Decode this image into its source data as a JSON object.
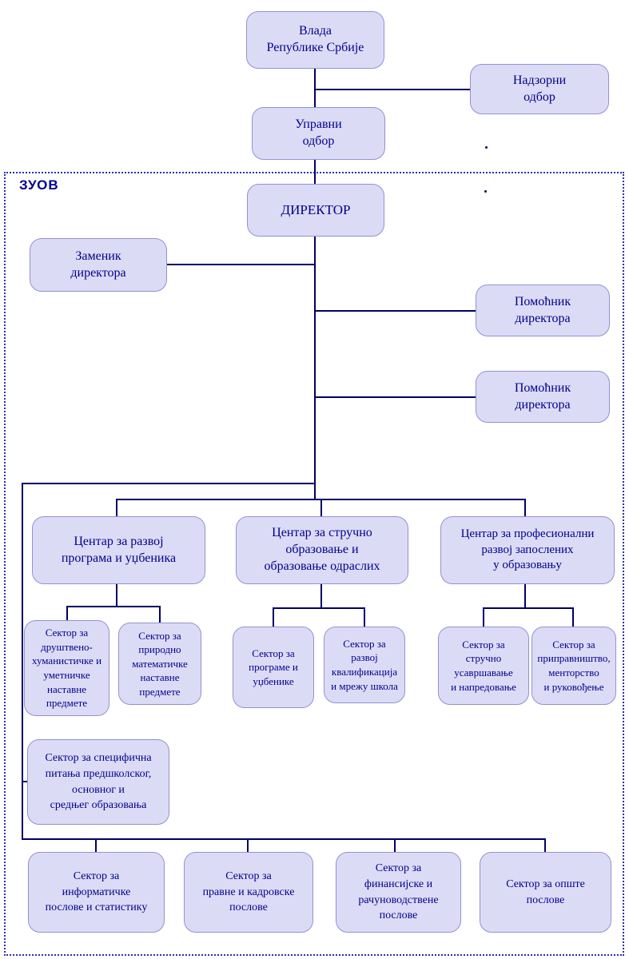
{
  "colors": {
    "box_fill": "#dcdbf6",
    "box_border": "#9191d4",
    "text": "#00008b",
    "line": "#000066",
    "frame": "#2d2db4"
  },
  "diagram": {
    "frame_label": "ЗУОВ",
    "nodes": {
      "vlada": {
        "label": "Влада\nРепублике Србије"
      },
      "nadzorni": {
        "label": "Надзорни\nодбор"
      },
      "upravni": {
        "label": "Управни\nодбор"
      },
      "direktor": {
        "label": "ДИРЕКТОР"
      },
      "zamenik": {
        "label": "Заменик\nдиректора"
      },
      "pomocnik1": {
        "label": "Помоћник\nдиректора"
      },
      "pomocnik2": {
        "label": "Помоћник\nдиректора"
      },
      "centar1": {
        "label": "Центар за развој\nпрограма и уџбеника"
      },
      "centar2": {
        "label": "Центар за стручно\nобразовање и\nобразовање одраслих"
      },
      "centar3": {
        "label": "Центар за професионални\nразвој запослених\nу образовању"
      },
      "sektor_dh": {
        "label": "Сектор за\nдруштвено-\nхуманистичке и\nуметничке\nнаставне\nпредмете"
      },
      "sektor_pm": {
        "label": "Сектор за\nприродно\nматематичке\nнаставне\nпредмете"
      },
      "sektor_prog": {
        "label": "Сектор за\nпрограме и\nуџбенике"
      },
      "sektor_kval": {
        "label": "Сектор за\nразвој\nквалификација\nи мрежу школа"
      },
      "sektor_usavr": {
        "label": "Сектор за\nстручно\nусавршавање\nи напредовање"
      },
      "sektor_priprav": {
        "label": "Сектор за\nприправништво,\nменторство\nи руковођење"
      },
      "sektor_spec": {
        "label": "Сектор за специфична\nпитања предшколског,\nосновног и\nсредњег образовања"
      },
      "sektor_inform": {
        "label": "Сектор за\nинформатичке\nпослове и статистику"
      },
      "sektor_pravne": {
        "label": "Сектор за\nправне  и кадровске\nпослове"
      },
      "sektor_fin": {
        "label": "Сектор за\nфинансијске и\nрачуноводствене\nпослове"
      },
      "sektor_opste": {
        "label": "Сектор за опште\nпослове"
      }
    }
  }
}
